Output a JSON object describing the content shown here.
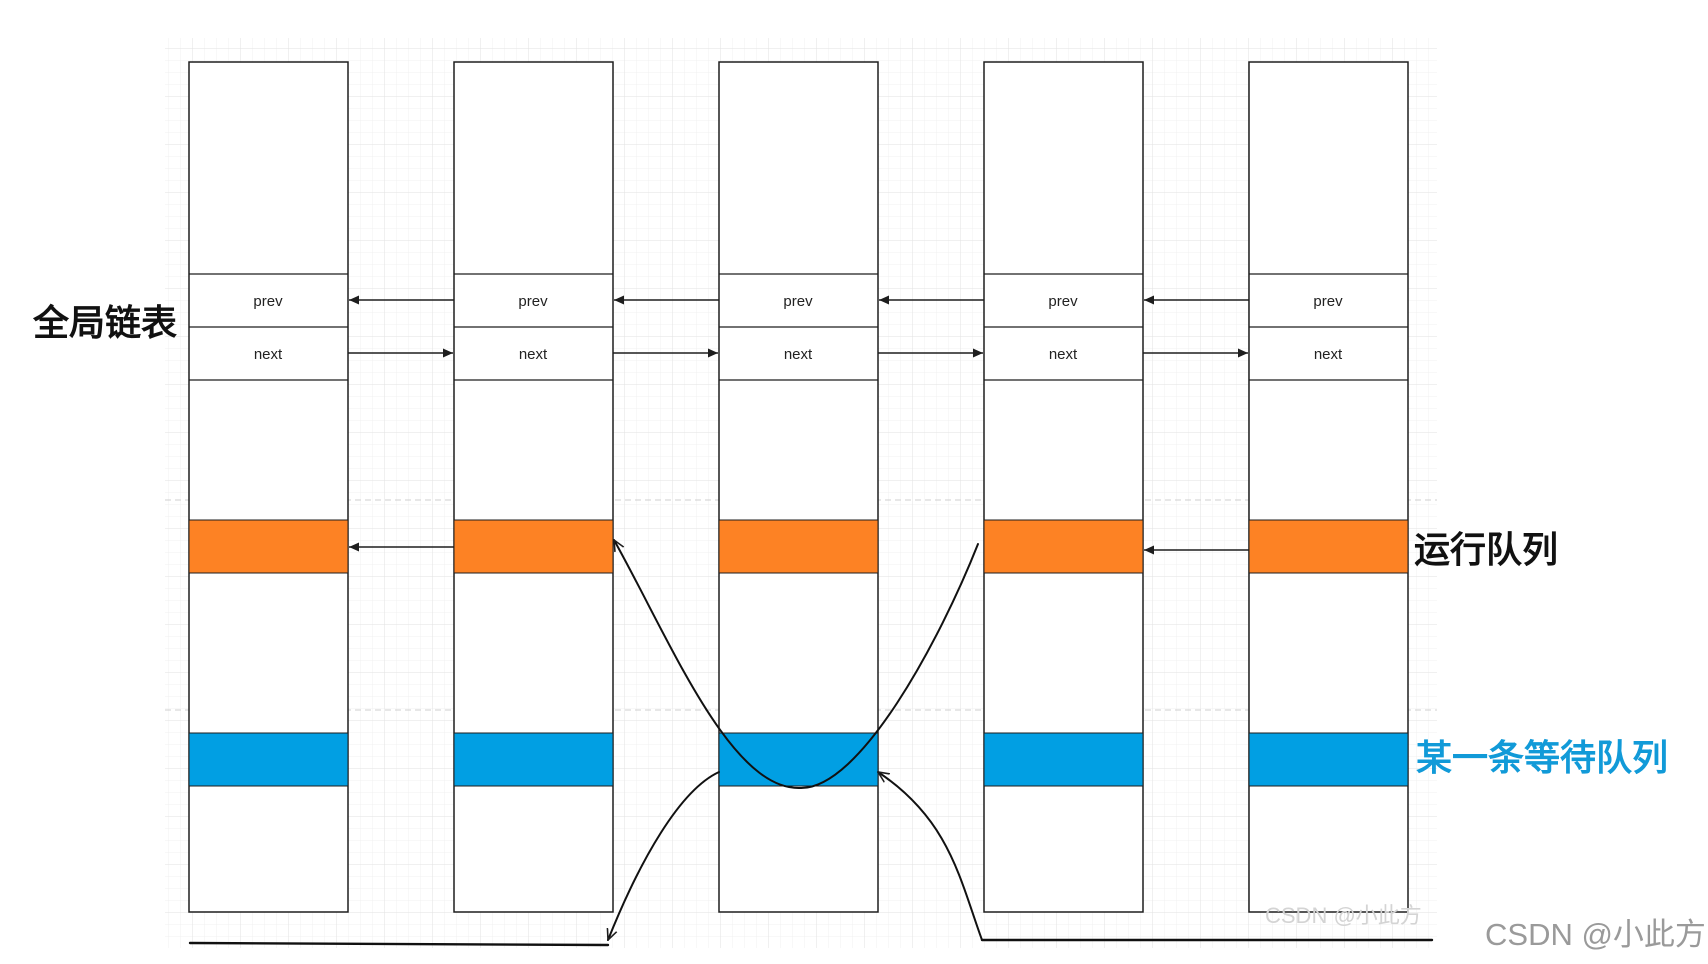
{
  "labels": {
    "global_list": "全局链表",
    "run_queue": "运行队列",
    "wait_queue": "某一条等待队列"
  },
  "nodes": [
    {
      "prev": "prev",
      "next": "next"
    },
    {
      "prev": "prev",
      "next": "next"
    },
    {
      "prev": "prev",
      "next": "next"
    },
    {
      "prev": "prev",
      "next": "next"
    },
    {
      "prev": "prev",
      "next": "next"
    }
  ],
  "watermark": {
    "main": "CSDN @小此方",
    "faint": "CSDN @小此方"
  },
  "colors": {
    "run_queue": "#fd8224",
    "wait_queue": "#019fe3",
    "wait_label": "#119ad8",
    "outline": "#1e1e1e",
    "grid": "#ececec"
  }
}
